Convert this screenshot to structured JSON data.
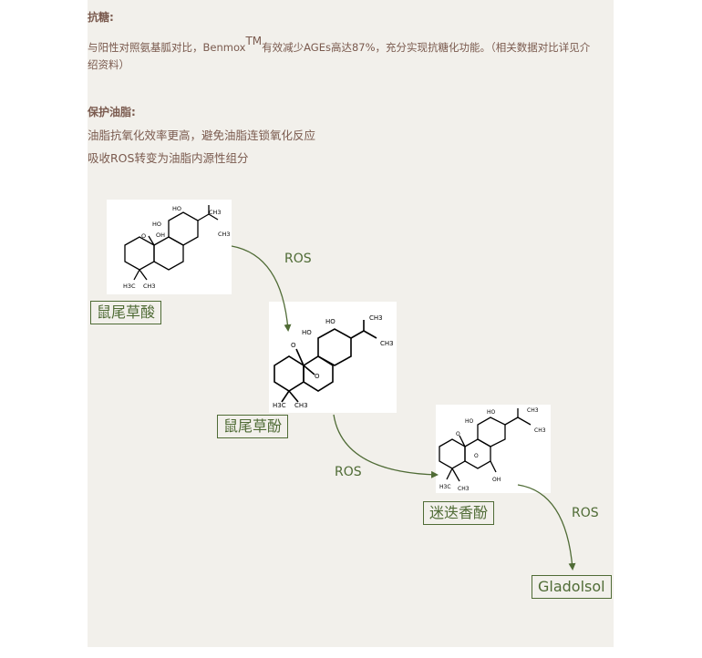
{
  "sections": {
    "anti_glycation": {
      "title": "抗糖:",
      "line1_before": "与阳性对照氨基胍对比，Benmox",
      "line1_sup": "TM",
      "line1_after": "有效减少AGEs高达87%，充分实现抗糖化功能。（相关数据对比详见介",
      "line2": "绍资料）"
    },
    "lipid_protection": {
      "title": "保护油脂:",
      "line1": "油脂抗氧化效率更高，避免油脂连锁氧化反应",
      "line2": "吸收ROS转变为油脂内源性组分"
    }
  },
  "diagram": {
    "nodes": [
      {
        "label": "鼠尾草酸"
      },
      {
        "label": "鼠尾草酚"
      },
      {
        "label": "迷迭香酚"
      },
      {
        "label": "Gladolsol"
      }
    ],
    "edges": [
      {
        "label": "ROS"
      },
      {
        "label": "ROS"
      },
      {
        "label": "ROS"
      }
    ],
    "structure_labels": {
      "ho": "HO",
      "oh": "OH",
      "o": "O",
      "ch3": "CH3",
      "h3c": "H3C"
    }
  },
  "colors": {
    "panel_bg": "#f2f0eb",
    "text": "#7a5a4e",
    "accent_green": "#4f6b35"
  }
}
